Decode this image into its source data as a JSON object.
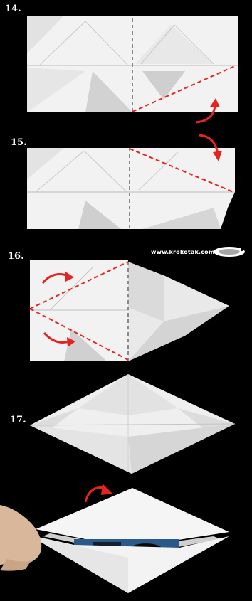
{
  "steps": [
    {
      "label": "14."
    },
    {
      "label": "15."
    },
    {
      "label": "16."
    },
    {
      "label": "17."
    }
  ],
  "watermark": {
    "text": "www.krokotak.com",
    "logo_icon": "crocodile-logo-icon"
  },
  "colors": {
    "background": "#000000",
    "paper": "#f2f2f2",
    "paper_shadow": "#c9c9c9",
    "fold_line_red": "#e52320",
    "fold_line_grey": "#8a8a8a"
  }
}
